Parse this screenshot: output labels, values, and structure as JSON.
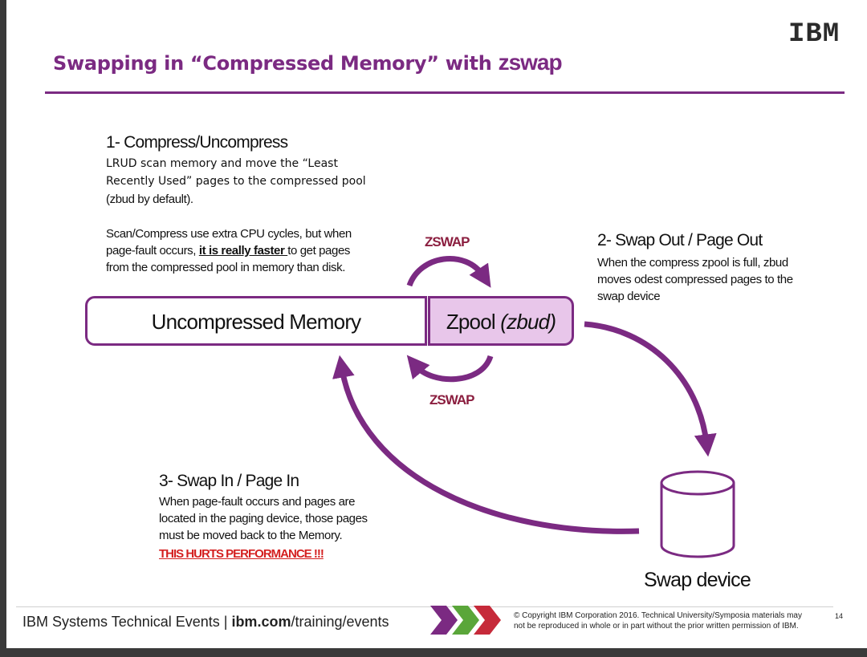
{
  "logo": "IBM",
  "title": {
    "main": "Swapping in “Compressed Memory” with ",
    "emph": "zswap"
  },
  "step1": {
    "heading": "1- Compress/Uncompress",
    "line1": "LRUD scan memory and move  the “Least",
    "line2": "Recently Used” pages to the compressed pool",
    "line3": "(zbud by default).",
    "p2_line1": "Scan/Compress use extra CPU cycles, but when",
    "p2_line2_pre": "page-fault occurs, ",
    "p2_line2_emph": "it is really faster ",
    "p2_line2_post": " to get pages",
    "p2_line3": "from the compressed pool in memory than disk."
  },
  "step2": {
    "heading": "2- Swap Out / Page Out",
    "line1": "When the compress zpool is full, zbud",
    "line2": "moves odest compressed pages to the",
    "line3": "swap device"
  },
  "step3": {
    "heading": "3- Swap In / Page In",
    "line1": "When page-fault occurs and pages are",
    "line2": "located in the paging device, those pages",
    "line3": "must be moved back to the Memory.",
    "warning": "THIS HURTS PERFORMANCE !!!"
  },
  "diagram": {
    "uncompressed_label": "Uncompressed Memory",
    "zpool_label": "Zpool ",
    "zpool_label_italic": "(zbud)",
    "zswap_top": "ZSWAP",
    "zswap_bottom": "ZSWAP",
    "swap_device_label": "Swap device"
  },
  "footer": {
    "left_pre": "IBM Systems Technical Events | ",
    "left_bold": "ibm.com",
    "left_post": "/training/events",
    "copyright_line1": "© Copyright IBM Corporation 2016. Technical University/Symposia materials may",
    "copyright_line2": "not be reproduced in whole or in part without the prior written permission of IBM.",
    "page_number": "14"
  },
  "colors": {
    "accent": "#7b2a82",
    "zpool_fill": "#e8c6ea",
    "zswap": "#8b1e3f",
    "warning": "#d42020"
  }
}
